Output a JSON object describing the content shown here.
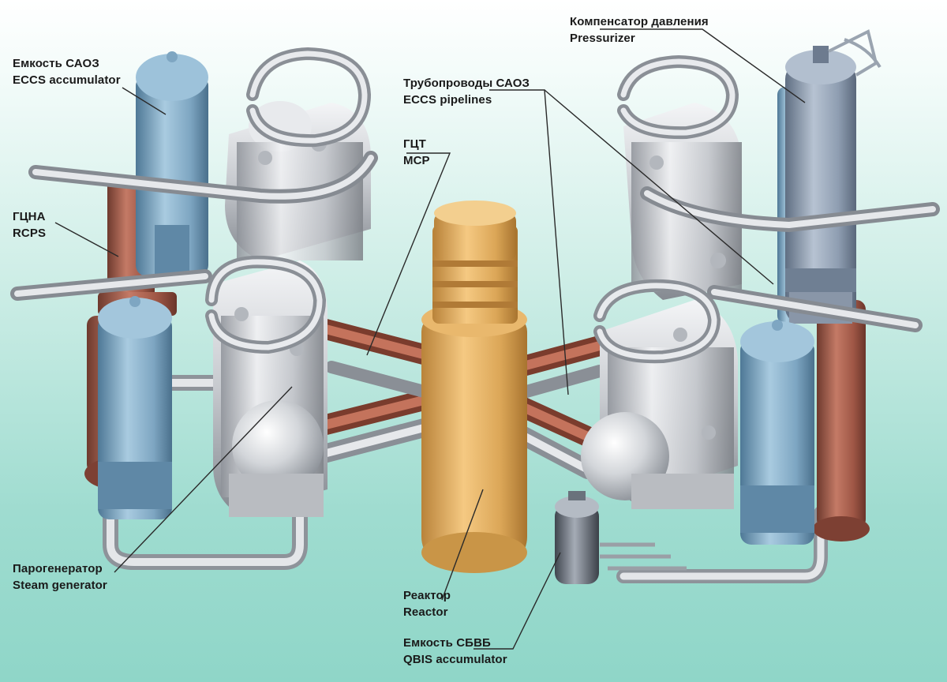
{
  "labels": {
    "eccs_accumulator": {
      "ru": "Емкость САОЗ",
      "en": "ECCS accumulator"
    },
    "rcps": {
      "ru": "ГЦНА",
      "en": "RCPS"
    },
    "steam_generator": {
      "ru": "Парогенератор",
      "en": "Steam generator"
    },
    "mcp": {
      "ru": "ГЦТ",
      "en": "MCP"
    },
    "eccs_pipelines": {
      "ru": "Трубопроводы САОЗ",
      "en": "ECCS pipelines"
    },
    "pressurizer": {
      "ru": "Компенсатор давления",
      "en": "Pressurizer"
    },
    "reactor": {
      "ru": "Реактор",
      "en": "Reactor"
    },
    "qbis_accumulator": {
      "ru": "Емкость СБВБ",
      "en": "QBIS accumulator"
    }
  },
  "colors": {
    "reactor": "#d9a552",
    "steel": "#c9ccd2",
    "accumulator_blue": "#7fa8c4",
    "pump_copper": "#a0594a",
    "hot_leg": "#b8694f",
    "pressurizer": "#8b9bb0",
    "leader_line": "#2a2a2a"
  }
}
